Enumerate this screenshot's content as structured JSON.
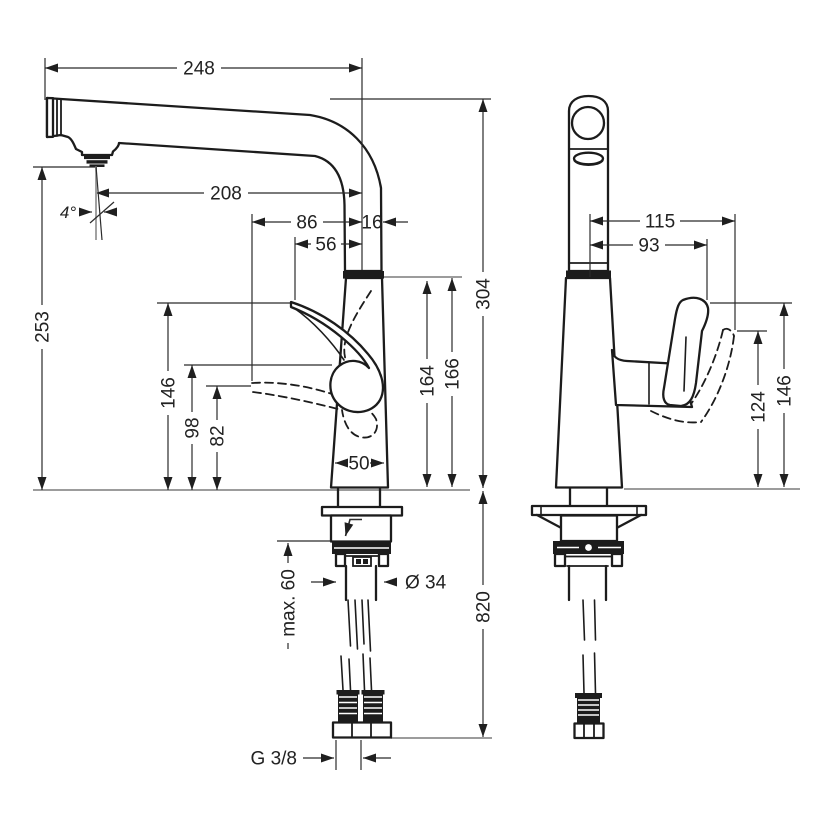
{
  "colors": {
    "ink": "#1c1c1c",
    "dimension_line": "#2b2b2b",
    "light_line": "#9c9c9c",
    "background": "#ffffff"
  },
  "dimensions": {
    "total_reach": "248",
    "aerator_reach": "208",
    "handle_open_reach": "86",
    "spout_offset": "16",
    "handle_reach": "56",
    "spray_angle": "4°",
    "outlet_height": "253",
    "handle_tip_height": "146",
    "grip_height": "98",
    "handle_open_height": "82",
    "body_width": "50",
    "body_top_height": "164",
    "spout_base_height": "166",
    "total_height": "304",
    "hose_length": "820",
    "max_counter_thickness": "max. 60",
    "shank_diameter": "Ø 34",
    "hose_thread": "G 3/8",
    "front_handle_open_reach": "115",
    "front_handle_reach": "93",
    "front_handle_open_height": "124",
    "front_handle_height": "146"
  }
}
